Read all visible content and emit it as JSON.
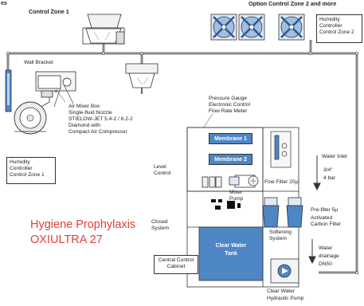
{
  "labels": {
    "corner": "es",
    "zone1": "Control Zone 1",
    "zone2": "Option Control Zone 2 and more",
    "humidity_zone2": [
      "Humidity",
      "Controller",
      "Control Zone 2"
    ],
    "wall_bracket": "Wall Bracket",
    "air_mixer": [
      "Air Mixer Box",
      "Single-fluid Nozzle",
      "STIELOW-JET 5.4-2 / 6.2-2",
      "Diamond with",
      "Compact Air Compressor"
    ],
    "humidity_zone1": [
      "Humidity",
      "Controller",
      "Control Zone 1"
    ],
    "pressure_gauge": [
      "Pressure Gauge",
      "Electronic Control",
      "Flow Rate Meter"
    ],
    "membrane1": "Membrane 1",
    "membrane2": "Membrane 2",
    "level_control": [
      "Level",
      "Control"
    ],
    "mixer_pump": [
      "Mixer",
      "Pump"
    ],
    "fine_filter": "Fine Filter 20µ",
    "water_inlet": [
      "Water Inlet",
      "3/4\"",
      "4 bar"
    ],
    "prefilter": [
      "Pre-filter 5µ",
      "Activated",
      "Carbon Filter"
    ],
    "softening": [
      "Softening",
      "System"
    ],
    "closed_system": [
      "Closed",
      "System"
    ],
    "clear_water_tank": [
      "Clear Water",
      "Tank"
    ],
    "central_control": [
      "Central Control",
      "Cabinet"
    ],
    "water_drainage": [
      "Water",
      "drainage",
      "DN50"
    ],
    "hydraulic_pump": [
      "Clear Water",
      "Hydraulic Pump"
    ],
    "hygiene": [
      "Hygiene Prophylaxis",
      "OXIULTRA 27"
    ]
  },
  "colors": {
    "pipe": "#8a8a8a",
    "blue": "#4e86c6",
    "red_text": "#e0403a",
    "outline": "#333333"
  }
}
